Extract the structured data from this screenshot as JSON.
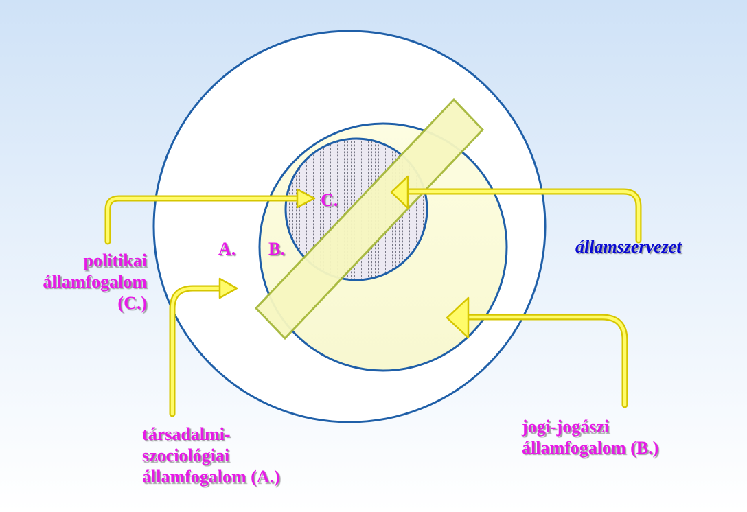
{
  "colors": {
    "magenta": "#e61ae6",
    "blue": "#0a0ad2",
    "circle_stroke": "#1f5fa8",
    "arrow_yellow": "#fff200",
    "bar_fill": "#f7f7c0",
    "bar_stroke": "#a6b83a"
  },
  "labels": {
    "politikai": [
      "politikai",
      "államfogalom",
      "(C.)"
    ],
    "allamszervezet": "államszervezet",
    "tarsadalmi": [
      "társadalmi-",
      "szociológiai",
      "államfogalom (A.)"
    ],
    "jogi": [
      "jogi-jogászi",
      "államfogalom (B.)"
    ]
  },
  "markers": {
    "a": "A.",
    "b": "B.",
    "c": "C."
  }
}
